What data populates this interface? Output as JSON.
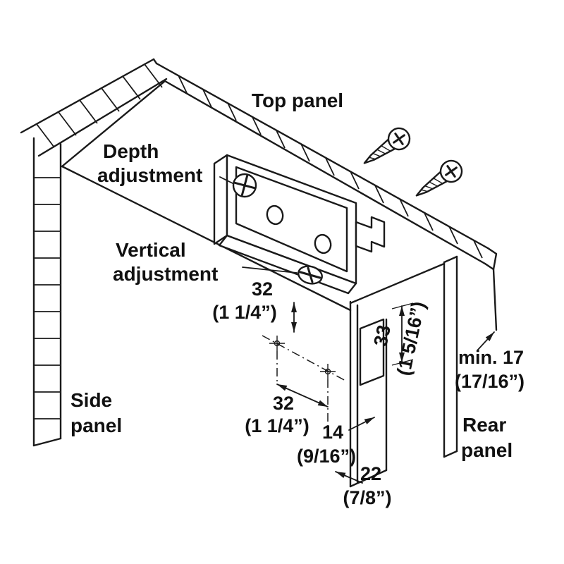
{
  "diagram": {
    "subject": "Cabinet suspension bracket installation diagram",
    "line_color": "#1a1a1a",
    "background": "#ffffff"
  },
  "labels": {
    "top_panel": "Top panel",
    "depth_adjustment_line1": "Depth",
    "depth_adjustment_line2": "adjustment",
    "vertical_adjustment_line1": "Vertical",
    "vertical_adjustment_line2": "adjustment",
    "side_panel_line1": "Side",
    "side_panel_line2": "panel",
    "rear_panel_line1": "Rear",
    "rear_panel_line2": "panel"
  },
  "dimensions": {
    "hole_to_edge_vertical": {
      "mm": "32",
      "inches": "(1 1/4”)"
    },
    "hole_spacing_horizontal": {
      "mm": "32",
      "inches": "(1 1/4”)"
    },
    "rear_panel_depth": {
      "mm": "33",
      "inches": "(1 5/16”)"
    },
    "rear_gap": {
      "mm": "14",
      "inches": "(9/16”)"
    },
    "rear_offset": {
      "mm": "22",
      "inches": "(7/8”)"
    },
    "min_clearance": {
      "mm": "min. 17",
      "inches": "(17/16”)"
    }
  }
}
